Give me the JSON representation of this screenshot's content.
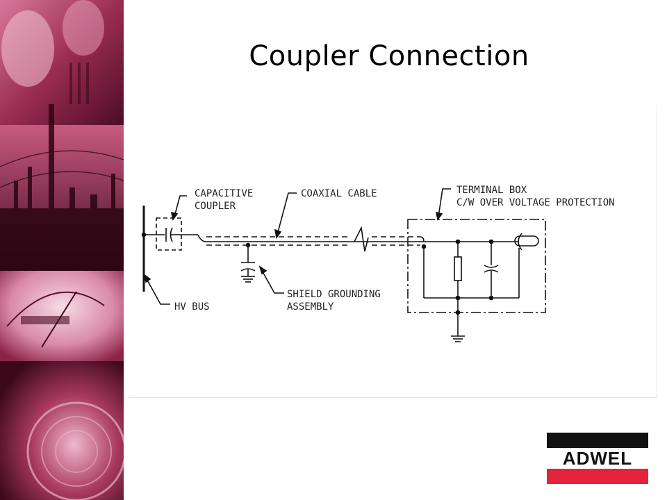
{
  "slide": {
    "title": "Coupler Connection"
  },
  "diagram": {
    "labels": {
      "capacitive_coupler_1": "CAPACITIVE",
      "capacitive_coupler_2": "COUPLER",
      "coaxial_cable": "COAXIAL CABLE",
      "terminal_box_1": "TERMINAL BOX",
      "terminal_box_2": "C/W OVER VOLTAGE PROTECTION",
      "shield_grounding_1": "SHIELD GROUNDING",
      "shield_grounding_2": "ASSEMBLY",
      "hv_bus": "HV BUS"
    }
  },
  "logo": {
    "text": "ADWEL",
    "colors": {
      "top_bar": "#111111",
      "bottom_bar": "#e3233b"
    }
  },
  "side_art": {
    "colors": {
      "base": "#b23a62",
      "dark": "#5a0f2a",
      "light": "#f3c6d6"
    }
  }
}
